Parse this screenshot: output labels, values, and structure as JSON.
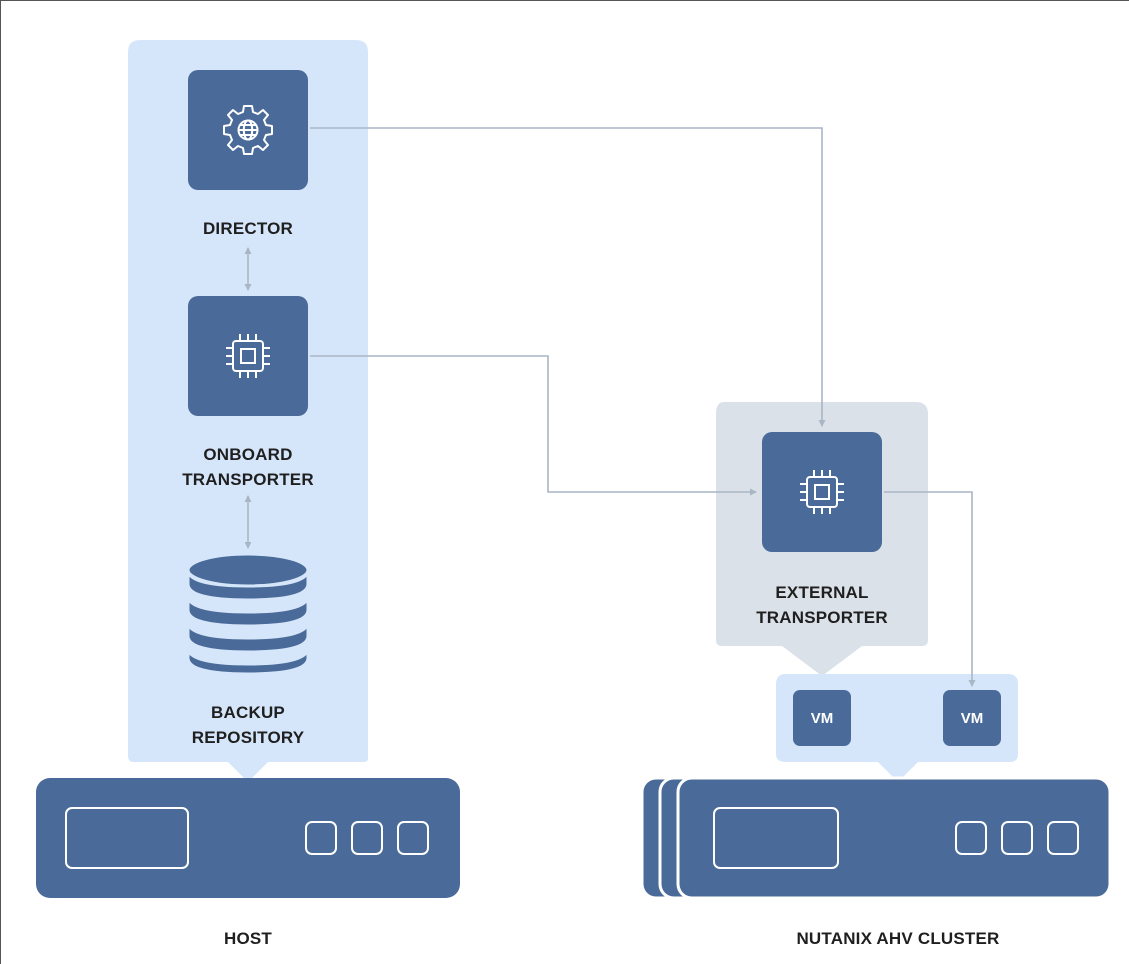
{
  "colors": {
    "node_fill": "#4a6b99",
    "host_panel": "#d6e6fa",
    "external_panel": "#dbe1e8",
    "connector": "#a9b6c6",
    "label_text": "#1f1f1f"
  },
  "nodes": {
    "director": {
      "label": "DIRECTOR",
      "icon": "gear-globe-icon"
    },
    "onboard_transporter": {
      "label_line1": "ONBOARD",
      "label_line2": "TRANSPORTER",
      "icon": "cpu-chip-icon"
    },
    "backup_repository": {
      "label_line1": "BACKUP",
      "label_line2": "REPOSITORY",
      "icon": "database-icon"
    },
    "external_transporter": {
      "label_line1": "EXTERNAL",
      "label_line2": "TRANSPORTER",
      "icon": "cpu-chip-icon"
    },
    "vm_left": {
      "label": "VM"
    },
    "vm_right": {
      "label": "VM"
    }
  },
  "hosts": {
    "host": {
      "label": "HOST",
      "icon": "server-icon"
    },
    "cluster": {
      "label": "NUTANIX AHV CLUSTER",
      "icon": "server-stack-icon"
    }
  }
}
